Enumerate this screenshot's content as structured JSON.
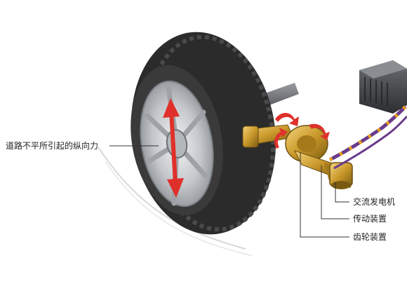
{
  "labels": {
    "force": "道路不平所引起的纵向力",
    "alternator": "交流发电机",
    "transmission": "传动装置",
    "gear": "齿轮装置"
  },
  "colors": {
    "tire": "#2b2b2b",
    "rim": "#c9ccd0",
    "arrow": "#e0302b",
    "brass": "#c9982a",
    "cable": "#6a3c8c",
    "cable_stripe": "#e8a21e",
    "leader": "#333333"
  }
}
